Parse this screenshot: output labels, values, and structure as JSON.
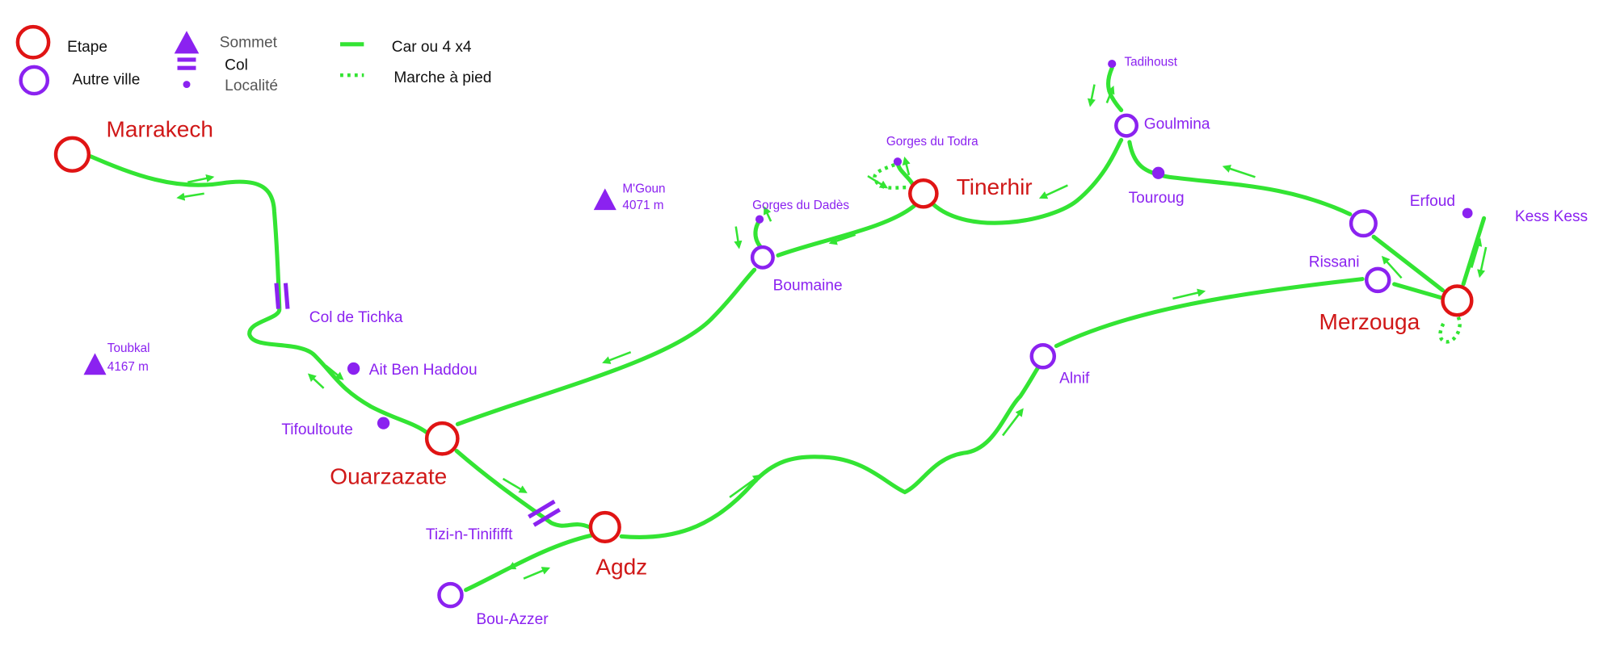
{
  "legend": {
    "etape": "Etape",
    "autre_ville": "Autre ville",
    "sommet": "Sommet",
    "col": "Col",
    "localite": "Localité",
    "car": "Car ou 4 x4",
    "marche": "Marche à pied"
  },
  "colors": {
    "road": "#33e433",
    "etape": "#e01414",
    "ville": "#8b22f0"
  },
  "etapes": {
    "marrakech": "Marrakech",
    "ouarzazate": "Ouarzazate",
    "agdz": "Agdz",
    "tinerhir": "Tinerhir",
    "merzouga": "Merzouga"
  },
  "villes": {
    "boumaine": "Boumaine",
    "goulmina": "Goulmina",
    "erfoud": "Erfoud",
    "rissani": "Rissani",
    "alnif": "Alnif",
    "bou_azzer": "Bou-Azzer"
  },
  "localites": {
    "ait_ben_haddou": "Ait Ben Haddou",
    "tifoultoute": "Tifoultoute",
    "gorges_dades": "Gorges du Dadès",
    "gorges_todra": "Gorges du Todra",
    "tadihoust": "Tadihoust",
    "touroug": "Touroug",
    "kess_kess": "Kess Kess"
  },
  "cols": {
    "tichka": "Col de Tichka",
    "tinififft": "Tizi-n-Tinififft"
  },
  "sommets": {
    "mgoun": {
      "name": "M'Goun",
      "alt": "4071 m"
    },
    "toubkal": {
      "name": "Toubkal",
      "alt": "4167 m"
    }
  }
}
